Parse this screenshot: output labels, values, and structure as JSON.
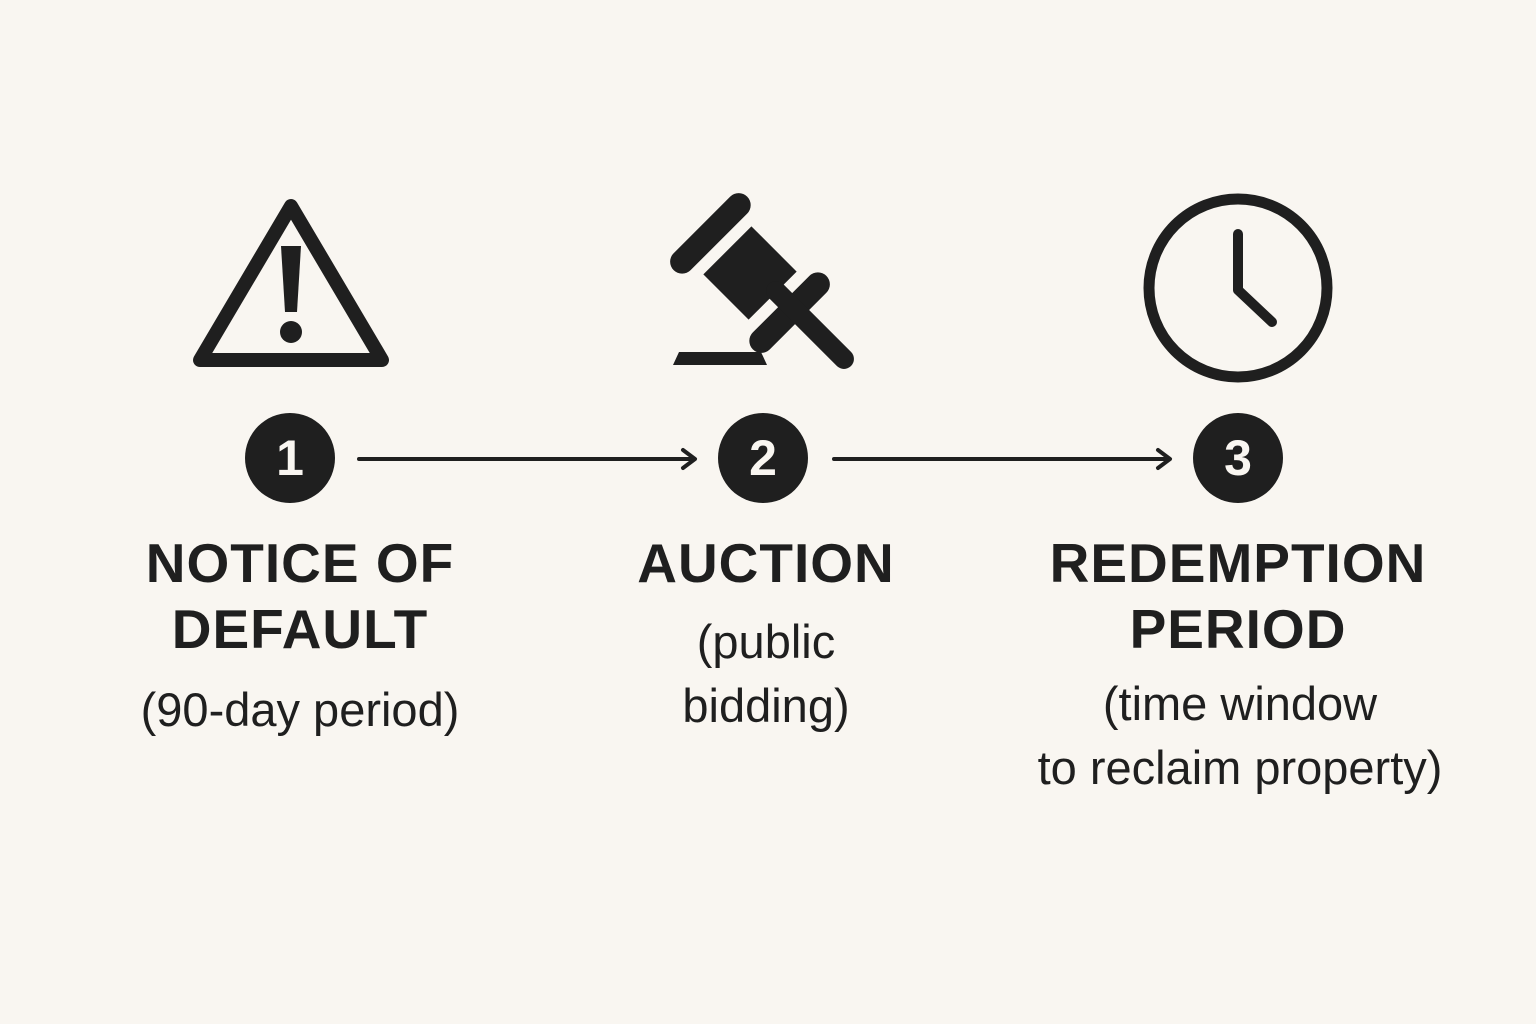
{
  "colors": {
    "background": "#f9f6f1",
    "ink": "#1f1f1f"
  },
  "steps": [
    {
      "number": "1",
      "icon": "warning-triangle-icon",
      "title_lines": [
        "NOTICE OF",
        "DEFAULT"
      ],
      "description_lines": [
        "(90-day period)"
      ]
    },
    {
      "number": "2",
      "icon": "gavel-icon",
      "title_lines": [
        "AUCTION"
      ],
      "description_lines": [
        "(public",
        "bidding)"
      ]
    },
    {
      "number": "3",
      "icon": "clock-icon",
      "title_lines": [
        "REDEMPTION",
        "PERIOD"
      ],
      "description_lines": [
        "(time window",
        "to reclaim property)"
      ]
    }
  ],
  "connectors": [
    {
      "from": "1",
      "to": "2",
      "icon": "arrow-right-icon"
    },
    {
      "from": "2",
      "to": "3",
      "icon": "arrow-right-icon"
    }
  ]
}
